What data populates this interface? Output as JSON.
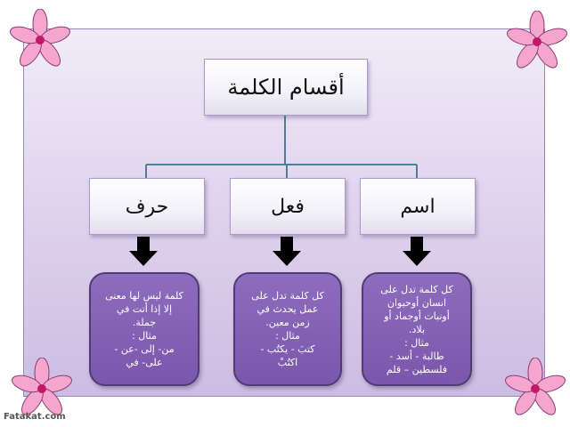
{
  "diagram": {
    "title": "أقسام الكلمة",
    "categories": [
      {
        "id": "harf",
        "label": "حرف",
        "description": [
          "كلمة ليس لها معنى",
          "إلا إذا أتت في",
          "جملة.",
          "مثال :",
          "من- إلى -عن  -",
          "على- في"
        ]
      },
      {
        "id": "fi3l",
        "label": "فعل",
        "description": [
          "كل كلمة تدل على",
          "عمل يحدث في",
          "زمن معين.",
          "مثال :",
          "كتبَ - يكتُب -",
          "اكتُبْ"
        ]
      },
      {
        "id": "ism",
        "label": "اسم",
        "description": [
          "كل كلمة تدل على",
          "انسان أوحيوان",
          "أونبات أوجماد أو",
          "بلاد.",
          "مثال :",
          "طالبة - أسد -",
          "فلسطين – قلم"
        ]
      }
    ]
  },
  "watermark": "Fatakat.com",
  "colors": {
    "background_top": "#f1ecf8",
    "background_bottom": "#cdbce2",
    "connector": "#4f7f95",
    "description_fill": "#8e6cbd",
    "description_border": "#4f3b76",
    "arrow": "#000000",
    "flower": "#f4a6cf"
  }
}
